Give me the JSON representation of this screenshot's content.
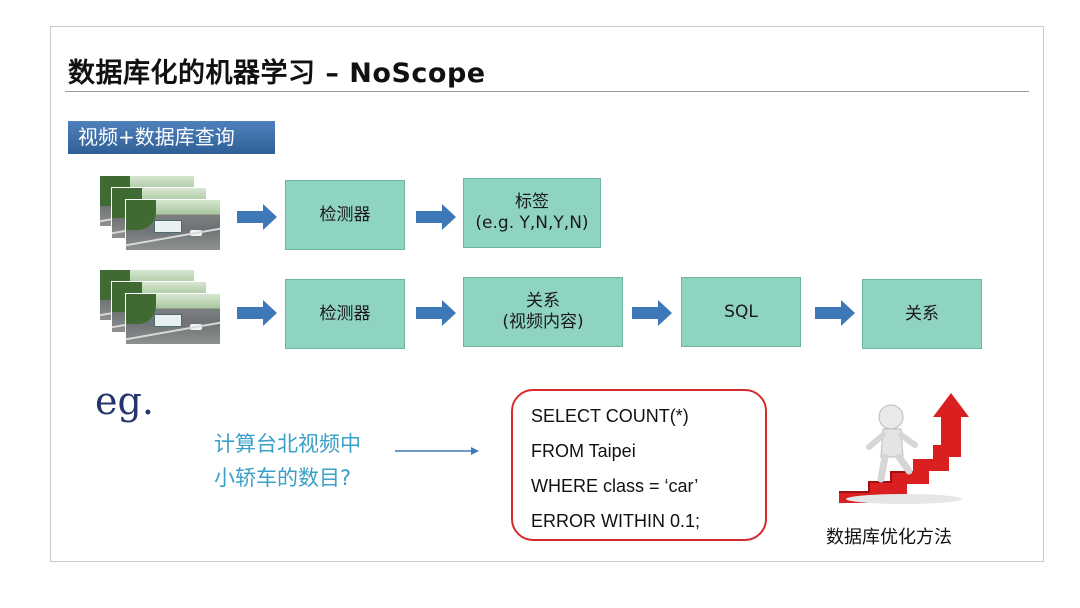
{
  "title": "数据库化的机器学习 – NoScope",
  "section_tag": "视频+数据库查询",
  "row1": {
    "detector": "检测器",
    "label_line1": "标签",
    "label_line2": "(e.g. Y,N,Y,N)"
  },
  "row2": {
    "detector": "检测器",
    "relation_line1": "关系",
    "relation_line2": "(视频内容)",
    "sql": "SQL",
    "result": "关系"
  },
  "example": {
    "eg": "eg.",
    "question_line1": "计算台北视频中",
    "question_line2": "小轿车的数目?",
    "sql_lines": [
      "SELECT COUNT(*)",
      "FROM Taipei",
      "WHERE class = ‘car’",
      "ERROR WITHIN 0.1;"
    ]
  },
  "caption": "数据库优化方法",
  "colors": {
    "box_fill": "#8fd3c1",
    "arrow": "#3d78b8",
    "tag": "#3e6fa8",
    "question": "#3aa0c8",
    "sql_border": "#d62b2b",
    "eg": "#24356b"
  },
  "icons": [
    "video-frame-stack-icon",
    "right-arrow-icon",
    "stairs-figure-icon"
  ]
}
